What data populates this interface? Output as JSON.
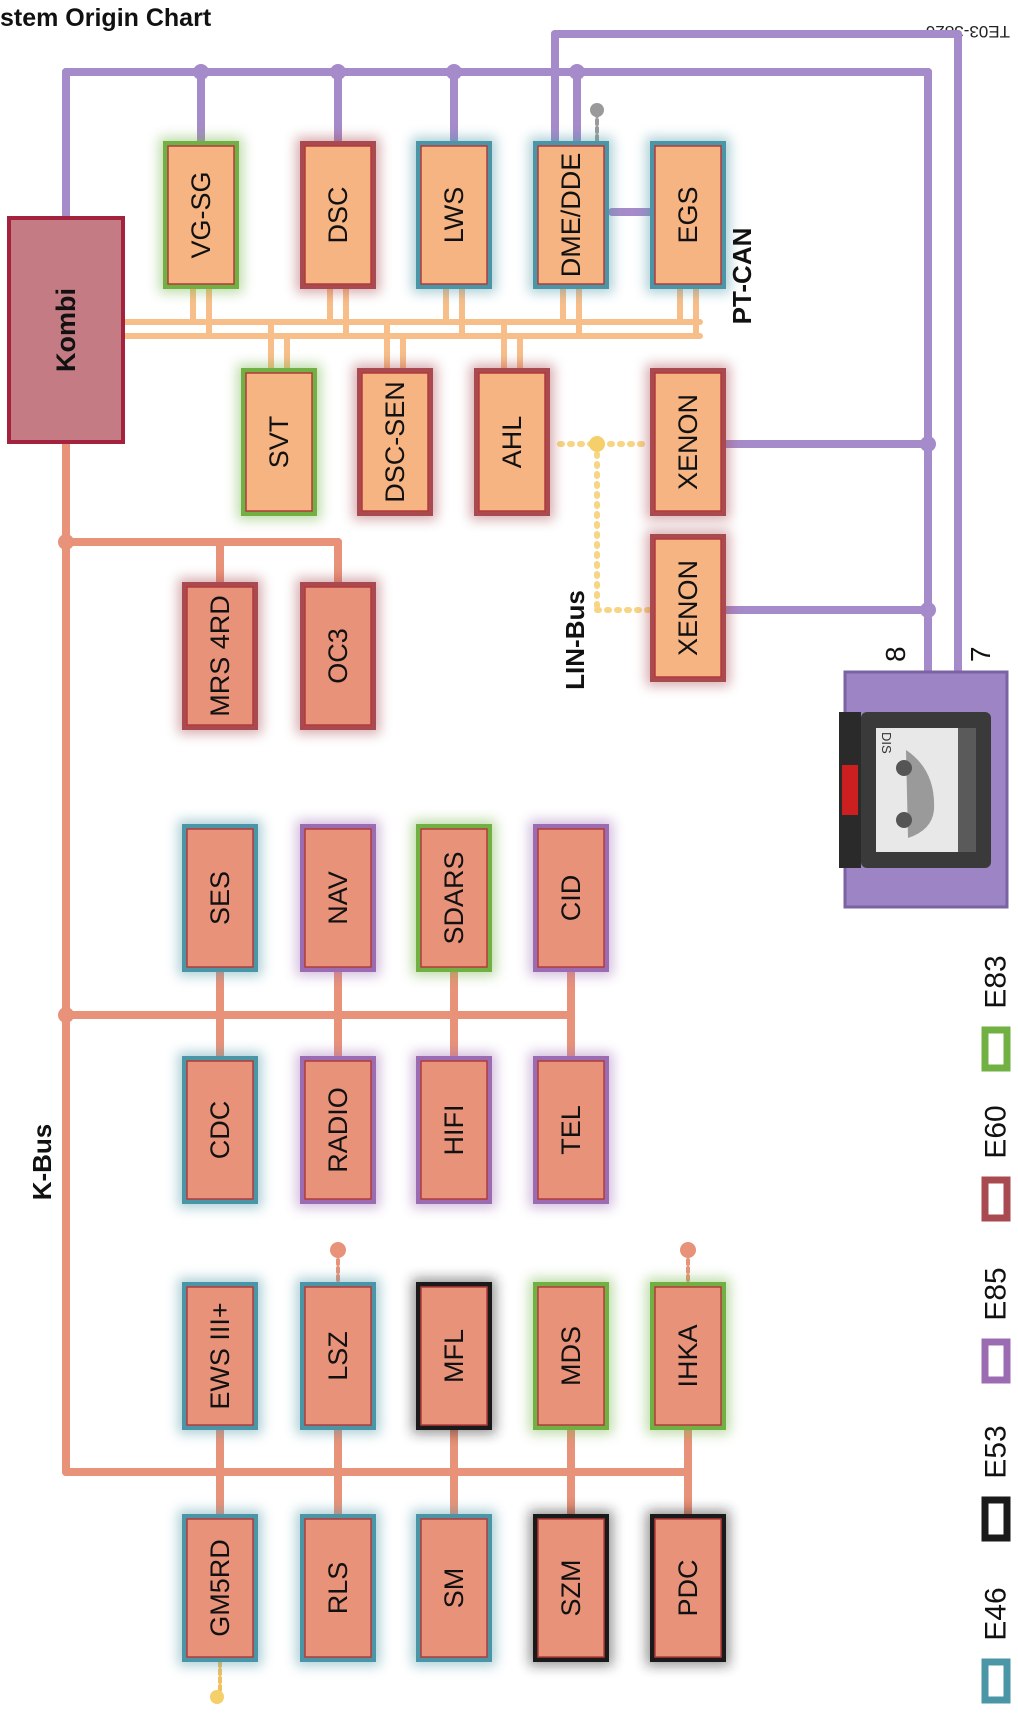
{
  "title": "stem Origin Chart",
  "code": "TE03-3826",
  "colors": {
    "pt_can": "#a58bc9",
    "pt_can_conn": "#f7be8a",
    "k_bus": "#e8927a",
    "lin": "#f8d584",
    "kombi_fill": "#c47b84",
    "kombi_border": "#a3233e",
    "orange_fill": "#f5b482",
    "salmon_fill": "#e8927a",
    "tester_fill": "#9d84c4"
  },
  "legend": [
    {
      "id": "E46",
      "label": "E46",
      "color": "#4a95a6"
    },
    {
      "id": "E53",
      "label": "E53",
      "color": "#1a1a1a"
    },
    {
      "id": "E85",
      "label": "E85",
      "color": "#9c6cb3"
    },
    {
      "id": "E60",
      "label": "E60",
      "color": "#a84a4f"
    },
    {
      "id": "E83",
      "label": "E83",
      "color": "#71b043"
    }
  ],
  "buses": {
    "pt_can": "PT-CAN",
    "k_bus": "K-Bus",
    "lin_bus": "LIN-Bus"
  },
  "kombi": {
    "label": "Kombi"
  },
  "pt_can_modules": [
    {
      "id": "vgsg",
      "label": "VG-SG",
      "series": "E83"
    },
    {
      "id": "dsc",
      "label": "DSC",
      "series": "E60"
    },
    {
      "id": "lws",
      "label": "LWS",
      "series": "E46"
    },
    {
      "id": "dme",
      "label": "DME/DDE",
      "series": "E46"
    },
    {
      "id": "egs",
      "label": "EGS",
      "series": "E46"
    },
    {
      "id": "svt",
      "label": "SVT",
      "series": "E83"
    },
    {
      "id": "dscsen",
      "label": "DSC-SEN",
      "series": "E60"
    },
    {
      "id": "ahl",
      "label": "AHL",
      "series": "E60"
    },
    {
      "id": "xenon1",
      "label": "XENON",
      "series": "E60"
    },
    {
      "id": "xenon2",
      "label": "XENON",
      "series": "E60"
    }
  ],
  "k_bus_modules": [
    {
      "id": "mrs",
      "label": "MRS 4RD",
      "series": "E60"
    },
    {
      "id": "oc3",
      "label": "OC3",
      "series": "E60"
    },
    {
      "id": "ses",
      "label": "SES",
      "series": "E46"
    },
    {
      "id": "nav",
      "label": "NAV",
      "series": "E85"
    },
    {
      "id": "sdars",
      "label": "SDARS",
      "series": "E83"
    },
    {
      "id": "cid",
      "label": "CID",
      "series": "E85"
    },
    {
      "id": "cdc",
      "label": "CDC",
      "series": "E46"
    },
    {
      "id": "radio",
      "label": "RADIO",
      "series": "E85"
    },
    {
      "id": "hifi",
      "label": "HIFI",
      "series": "E85"
    },
    {
      "id": "tel",
      "label": "TEL",
      "series": "E85"
    },
    {
      "id": "ews",
      "label": "EWS III+",
      "series": "E46"
    },
    {
      "id": "lsz",
      "label": "LSZ",
      "series": "E46"
    },
    {
      "id": "mfl",
      "label": "MFL",
      "series": "E53"
    },
    {
      "id": "mds",
      "label": "MDS",
      "series": "E83"
    },
    {
      "id": "ihka",
      "label": "IHKA",
      "series": "E83"
    },
    {
      "id": "gm5rd",
      "label": "GM5RD",
      "series": "E46"
    },
    {
      "id": "rls",
      "label": "RLS",
      "series": "E46"
    },
    {
      "id": "sm",
      "label": "SM",
      "series": "E46"
    },
    {
      "id": "szm",
      "label": "SZM",
      "series": "E53"
    },
    {
      "id": "pdc",
      "label": "PDC",
      "series": "E53"
    }
  ],
  "tester": {
    "screen_label": "DIS",
    "pins": [
      "8",
      "7"
    ]
  }
}
